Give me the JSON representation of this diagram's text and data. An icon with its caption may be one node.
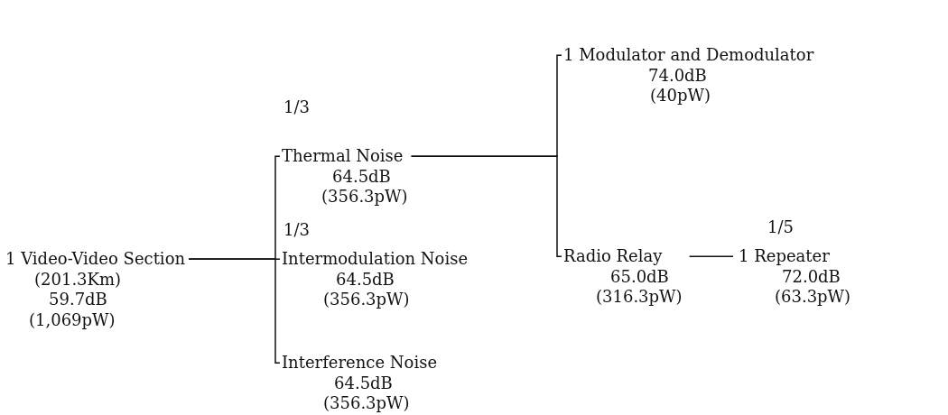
{
  "diagram": {
    "nodes": [
      {
        "text": [
          "1 Video-Video Section",
          "(201.3Km)",
          "59.7dB",
          "(1,069pW)"
        ]
      },
      {
        "text": [
          "Thermal Noise",
          "64.5dB",
          "(356.3pW)"
        ],
        "beside": [
          "1/3"
        ]
      },
      {
        "text": [
          "Intermodulation Noise",
          "64.5dB",
          "(356.3pW)"
        ],
        "beside": [
          "1/3"
        ]
      },
      {
        "text": [
          "Interference Noise",
          "64.5dB",
          "(356.3pW)"
        ]
      },
      {
        "text": [
          "1 Modulator and Demodulator",
          "74.0dB",
          "(40pW)"
        ]
      },
      {
        "text": [
          "Radio Relay",
          "65.0dB",
          "(316.3pW)"
        ]
      },
      {
        "text": [
          "1 Repeater",
          "72.0dB",
          "(63.3pW)"
        ],
        "beside": [
          "1/5"
        ]
      }
    ],
    "edges": [
      {
        "from": 0,
        "to": 1,
        "arrow": "none"
      },
      {
        "from": 0,
        "to": 2,
        "arrow": "none"
      },
      {
        "from": 0,
        "to": 3,
        "arrow": "none"
      },
      {
        "from": 1,
        "to": 4,
        "arrow": "none"
      },
      {
        "from": 1,
        "to": 5,
        "arrow": "none"
      },
      {
        "from": 5,
        "to": 6,
        "arrow": "none"
      }
    ]
  }
}
